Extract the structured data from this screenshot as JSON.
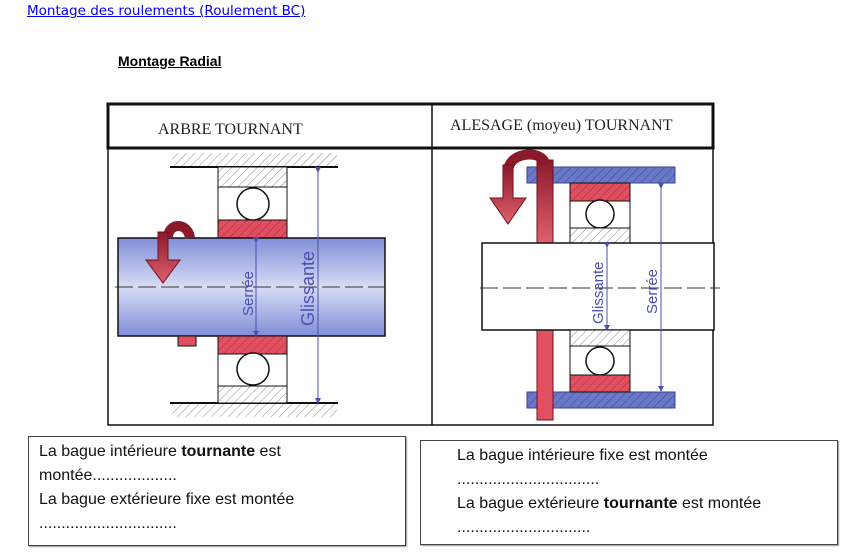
{
  "link": "Montage des roulements (Roulement BC)",
  "title": "Montage Radial",
  "table": {
    "col1_header": "ARBRE TOURNANT",
    "col2_header": "ALESAGE (moyeu) TOURNANT",
    "left_labels": {
      "inner": "Serrée",
      "outer": "Glissante"
    },
    "right_labels": {
      "inner": "Glissante",
      "outer": "Serrée"
    }
  },
  "boxes": {
    "left": {
      "l1_a": "La bague intérieure ",
      "l1_b": "tournante",
      "l1_c": " est",
      "l2": "montée...................",
      "l3": "La bague extérieure fixe est montée",
      "l4": "..............................."
    },
    "right": {
      "l1": "La bague intérieure fixe est montée",
      "l2": "................................",
      "l3_a": "La bague extérieure ",
      "l3_b": "tournante",
      "l3_c": " est montée",
      "l4": ".............................."
    }
  },
  "colors": {
    "red": "#e05060",
    "blue": "#6070c0",
    "link": "#0000ee"
  }
}
